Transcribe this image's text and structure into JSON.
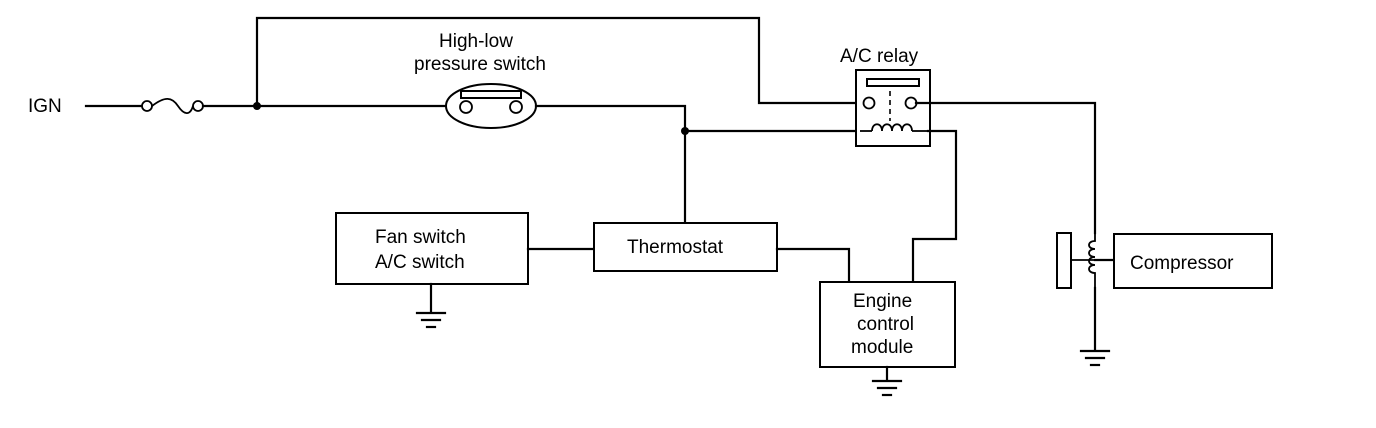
{
  "labels": {
    "ign": "IGN",
    "pressure_switch_line1": "High-low",
    "pressure_switch_line2": "pressure switch",
    "ac_relay": "A/C relay",
    "fan_switch_line1": "Fan switch",
    "fan_switch_line2": "A/C switch",
    "thermostat": "Thermostat",
    "ecm_line1": "Engine",
    "ecm_line2": "control",
    "ecm_line3": "module",
    "compressor": "Compressor"
  }
}
